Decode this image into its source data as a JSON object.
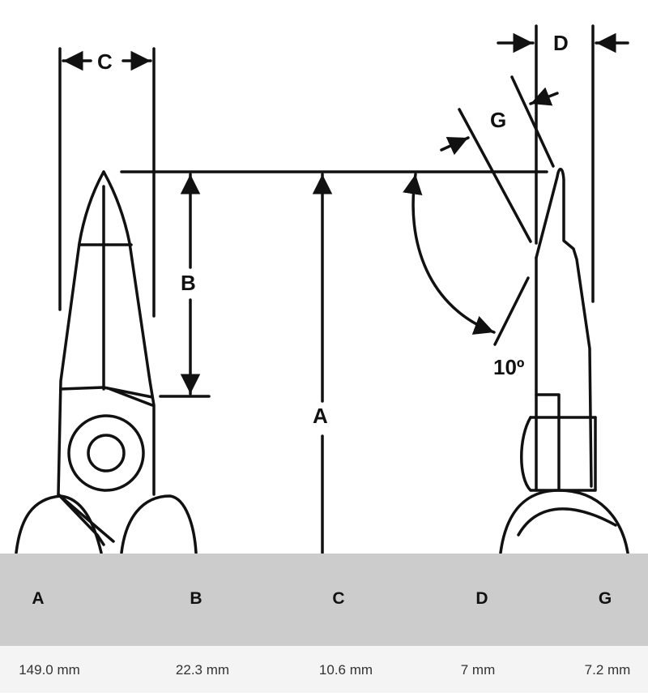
{
  "diagram": {
    "labels": {
      "A": "A",
      "B": "B",
      "C": "C",
      "D": "D",
      "G": "G",
      "angle": "10º"
    }
  },
  "table": {
    "headers": [
      "A",
      "B",
      "C",
      "D",
      "G"
    ],
    "values": [
      "149.0 mm",
      "22.3 mm",
      "10.6 mm",
      "7 mm",
      "7.2 mm"
    ]
  }
}
